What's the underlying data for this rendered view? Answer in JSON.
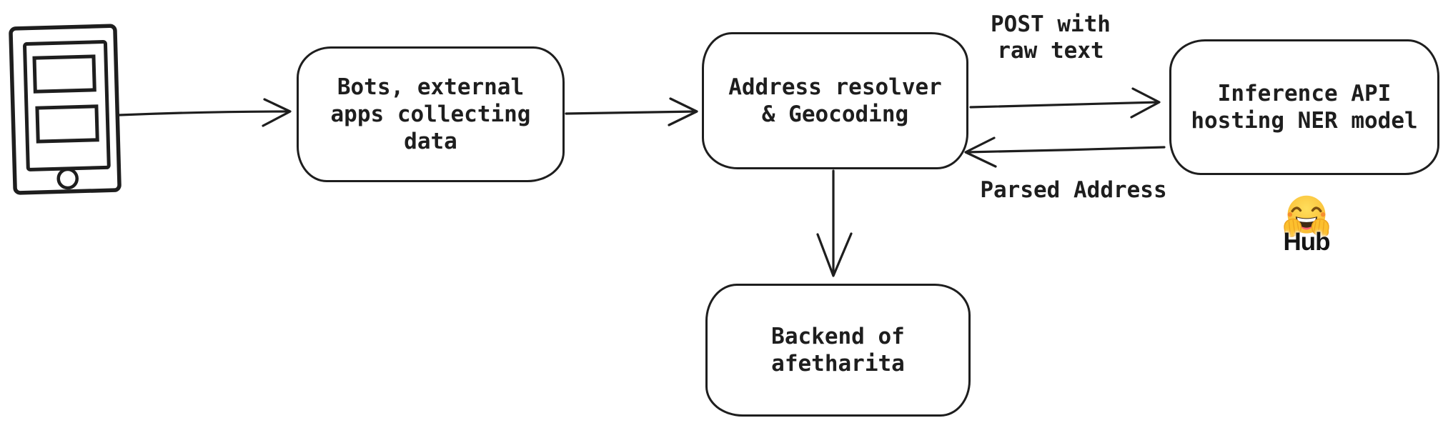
{
  "colors": {
    "background": "#ffffff",
    "stroke": "#1e1e1e",
    "phone_body": "#d5dade",
    "phone_screen": "#ffffff",
    "hatch": "#f0a63a",
    "hub_text": "#141414"
  },
  "nodes": {
    "bots": {
      "label": "Bots, external\napps collecting\ndata"
    },
    "resolver": {
      "label": "Address resolver\n& Geocoding"
    },
    "inference": {
      "label": "Inference API\nhosting NER model"
    },
    "backend": {
      "label": "Backend of\nafetharita"
    }
  },
  "edge_labels": {
    "post_raw_text": "POST with\nraw text",
    "parsed_address": "Parsed Address"
  },
  "hub": {
    "label": "Hub"
  },
  "icons": {
    "phone": "mobile-device-icon",
    "hugging_face": "hugging-face-emoji"
  }
}
